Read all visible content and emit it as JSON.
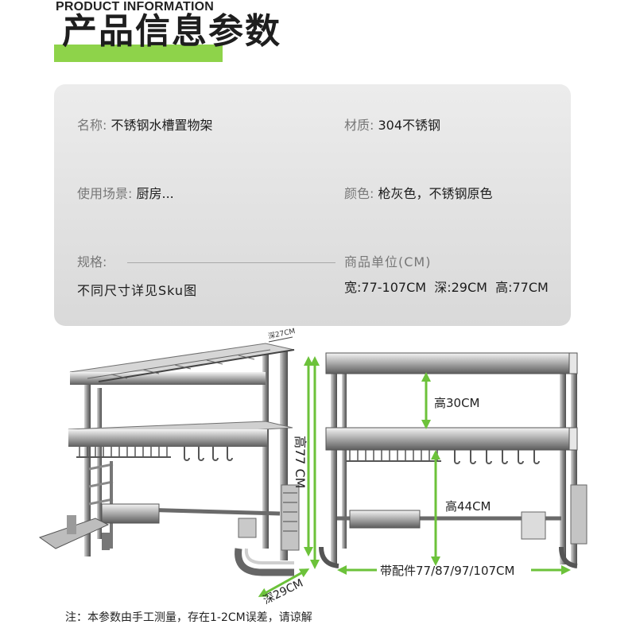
{
  "header": {
    "english_title": "PRODUCT INFORMATION",
    "chinese_title": "产品信息参数"
  },
  "colors": {
    "accent_green": "#8ed34a",
    "arrow_green": "#6cc23a",
    "panel_gray": "#e3e3e3"
  },
  "info": {
    "name_label": "名称:",
    "name_value": "不锈钢水槽置物架",
    "material_label": "材质:",
    "material_value": "304不锈钢",
    "usage_label": "使用场景:",
    "usage_value": "厨房...",
    "color_label": "颜色:",
    "color_value": "枪灰色，不锈钢原色",
    "spec_label": "规格:",
    "spec_value": "不同尺寸详见Sku图",
    "unit_label": "商品单位(CM)",
    "dimensions_value": "宽:77-107CM  深:29CM  高:77CM"
  },
  "diagram_left": {
    "depth_top": "深27CM",
    "height": "高77 CM",
    "depth_bottom": "深29CM"
  },
  "diagram_right": {
    "upper_height": "高30CM",
    "lower_height": "高44CM",
    "width": "带配件77/87/97/107CM"
  },
  "note": "注：本参数由手工测量，存在1-2CM误差，请谅解"
}
